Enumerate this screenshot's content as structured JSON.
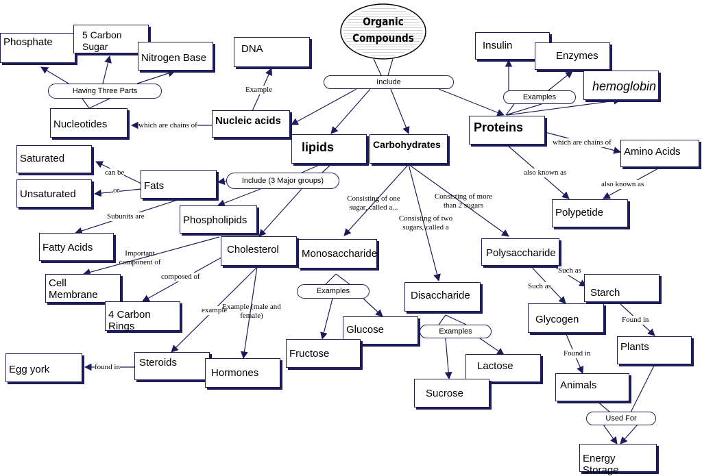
{
  "title": {
    "line1": "Organic",
    "line2": "Compounds"
  },
  "nodes": {
    "include": "Include",
    "nucleic_acids": "Nucleic acids",
    "lipids": "lipids",
    "carbohydrates": "Carbohydrates",
    "proteins": "Proteins",
    "dna": "DNA",
    "nucleotides": "Nucleotides",
    "having_three_parts": "Having Three Parts",
    "phosphate": "Phosphate",
    "five_carbon_sugar": "5 Carbon Sugar",
    "nitrogen_base": "Nitrogen Base",
    "insulin": "Insulin",
    "enzymes": "Enzymes",
    "hemoglobin": "hemoglobin",
    "protein_examples": "Examples",
    "amino_acids": "Amino Acids",
    "polypetide": "Polypetide",
    "saturated": "Saturated",
    "unsaturated": "Unsaturated",
    "fats": "Fats",
    "include_3_major": "Include (3 Major groups)",
    "fatty_acids": "Fatty Acids",
    "phospholipids": "Phospholipids",
    "cholesterol": "Cholesterol",
    "cell_membrane": "Cell Membrane",
    "four_carbon_rings": "4 Carbon Rings",
    "steroids": "Steroids",
    "hormones": "Hormones",
    "egg_york": "Egg york",
    "monosaccharide": "Monosaccharide",
    "mono_examples": "Examples",
    "glucose": "Glucose",
    "fructose": "Fructose",
    "disaccharide": "Disaccharide",
    "di_examples": "Examples",
    "lactose": "Lactose",
    "sucrose": "Sucrose",
    "polysaccharide": "Polysaccharide",
    "starch": "Starch",
    "glycogen": "Glycogen",
    "plants": "Plants",
    "animals": "Animals",
    "used_for": "Used For",
    "energy_storage": "Energy Storage"
  },
  "links": {
    "example_dna": "Example",
    "which_are_chains_of_nuc": "which are chains of",
    "which_are_chains_of_amino": "which are chains of",
    "also_known_as_1": "also known as",
    "also_known_as_2": "also known as",
    "can_be": "can be",
    "or": "or",
    "subunits_are": "Subunits are",
    "important_component": "Important component of",
    "composed_of": "composed of",
    "example_steroids": "example",
    "example_hormones": "Example (male and female)",
    "found_in_egg": "found in",
    "consisting_one": "Consisting of one sugar, called a...",
    "consisting_two": "Consisting of two sugars, called a",
    "consisting_more": "Consisting of more than 2 sugars",
    "such_as_starch": "Such as",
    "such_as_glycogen": "Such as",
    "found_in_plants": "Found in",
    "found_in_animals": "Found in"
  },
  "colors": {
    "line": "#1c1c5a",
    "arrow": "#1c1c5a",
    "box_shadow": "#1c1c5a"
  }
}
